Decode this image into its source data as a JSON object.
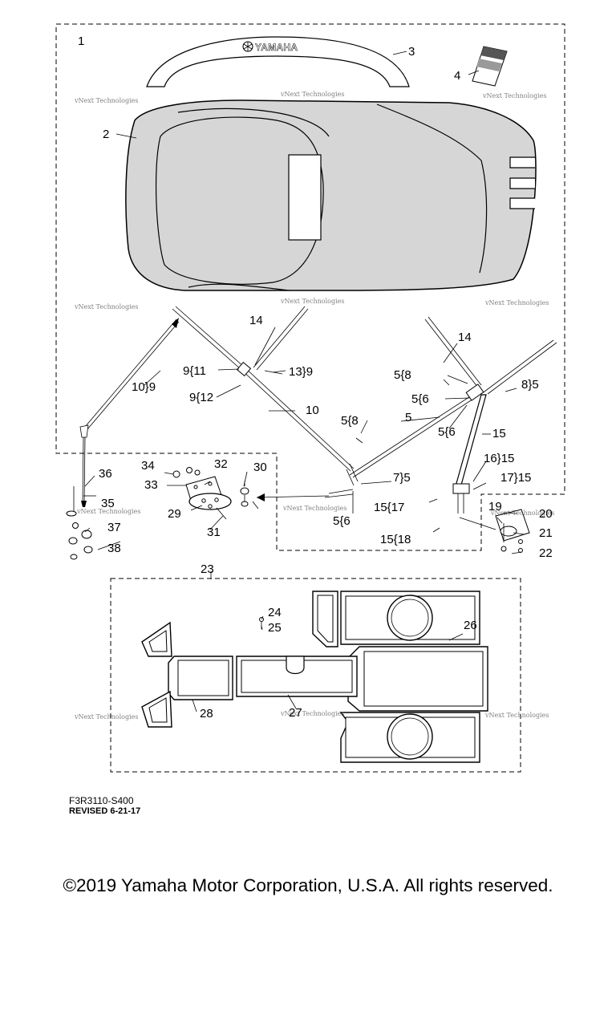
{
  "diagram": {
    "brand_logo_text": "YAMAHA",
    "watermark": "vNext Technologies",
    "callouts": [
      {
        "id": "c1",
        "text": "1"
      },
      {
        "id": "c2",
        "text": "2"
      },
      {
        "id": "c3",
        "text": "3"
      },
      {
        "id": "c4",
        "text": "4"
      },
      {
        "id": "c5a",
        "text": "5"
      },
      {
        "id": "c5b",
        "text": "5"
      },
      {
        "id": "c5c",
        "text": "5{8"
      },
      {
        "id": "c5d",
        "text": "5{6"
      },
      {
        "id": "c5e",
        "text": "5{6"
      },
      {
        "id": "c5f",
        "text": "5{8"
      },
      {
        "id": "c5g",
        "text": "5{6"
      },
      {
        "id": "c7",
        "text": "7}5"
      },
      {
        "id": "c8",
        "text": "8}5"
      },
      {
        "id": "c9a",
        "text": "9{11"
      },
      {
        "id": "c9b",
        "text": "9{12"
      },
      {
        "id": "c10a",
        "text": "10}9"
      },
      {
        "id": "c10b",
        "text": "10"
      },
      {
        "id": "c13",
        "text": "13}9"
      },
      {
        "id": "c14a",
        "text": "14"
      },
      {
        "id": "c14b",
        "text": "14"
      },
      {
        "id": "c15a",
        "text": "15"
      },
      {
        "id": "c16",
        "text": "16}15"
      },
      {
        "id": "c17",
        "text": "17}15"
      },
      {
        "id": "c15b",
        "text": "15{17"
      },
      {
        "id": "c15c",
        "text": "15{18"
      },
      {
        "id": "c19",
        "text": "19"
      },
      {
        "id": "c20",
        "text": "20"
      },
      {
        "id": "c21",
        "text": "21"
      },
      {
        "id": "c22",
        "text": "22"
      },
      {
        "id": "c23",
        "text": "23"
      },
      {
        "id": "c24",
        "text": "24"
      },
      {
        "id": "c25",
        "text": "25"
      },
      {
        "id": "c26",
        "text": "26"
      },
      {
        "id": "c27",
        "text": "27"
      },
      {
        "id": "c28",
        "text": "28"
      },
      {
        "id": "c29",
        "text": "29"
      },
      {
        "id": "c30",
        "text": "30"
      },
      {
        "id": "c31",
        "text": "31"
      },
      {
        "id": "c32",
        "text": "32"
      },
      {
        "id": "c33",
        "text": "33"
      },
      {
        "id": "c34",
        "text": "34"
      },
      {
        "id": "c35",
        "text": "35"
      },
      {
        "id": "c36",
        "text": "36"
      },
      {
        "id": "c37",
        "text": "37"
      },
      {
        "id": "c38",
        "text": "38"
      }
    ]
  },
  "footer": {
    "part_code": "F3R3110-S400",
    "revised": "REVISED 6-21-17",
    "copyright": "©2019 Yamaha Motor Corporation, U.S.A. All rights reserved."
  }
}
